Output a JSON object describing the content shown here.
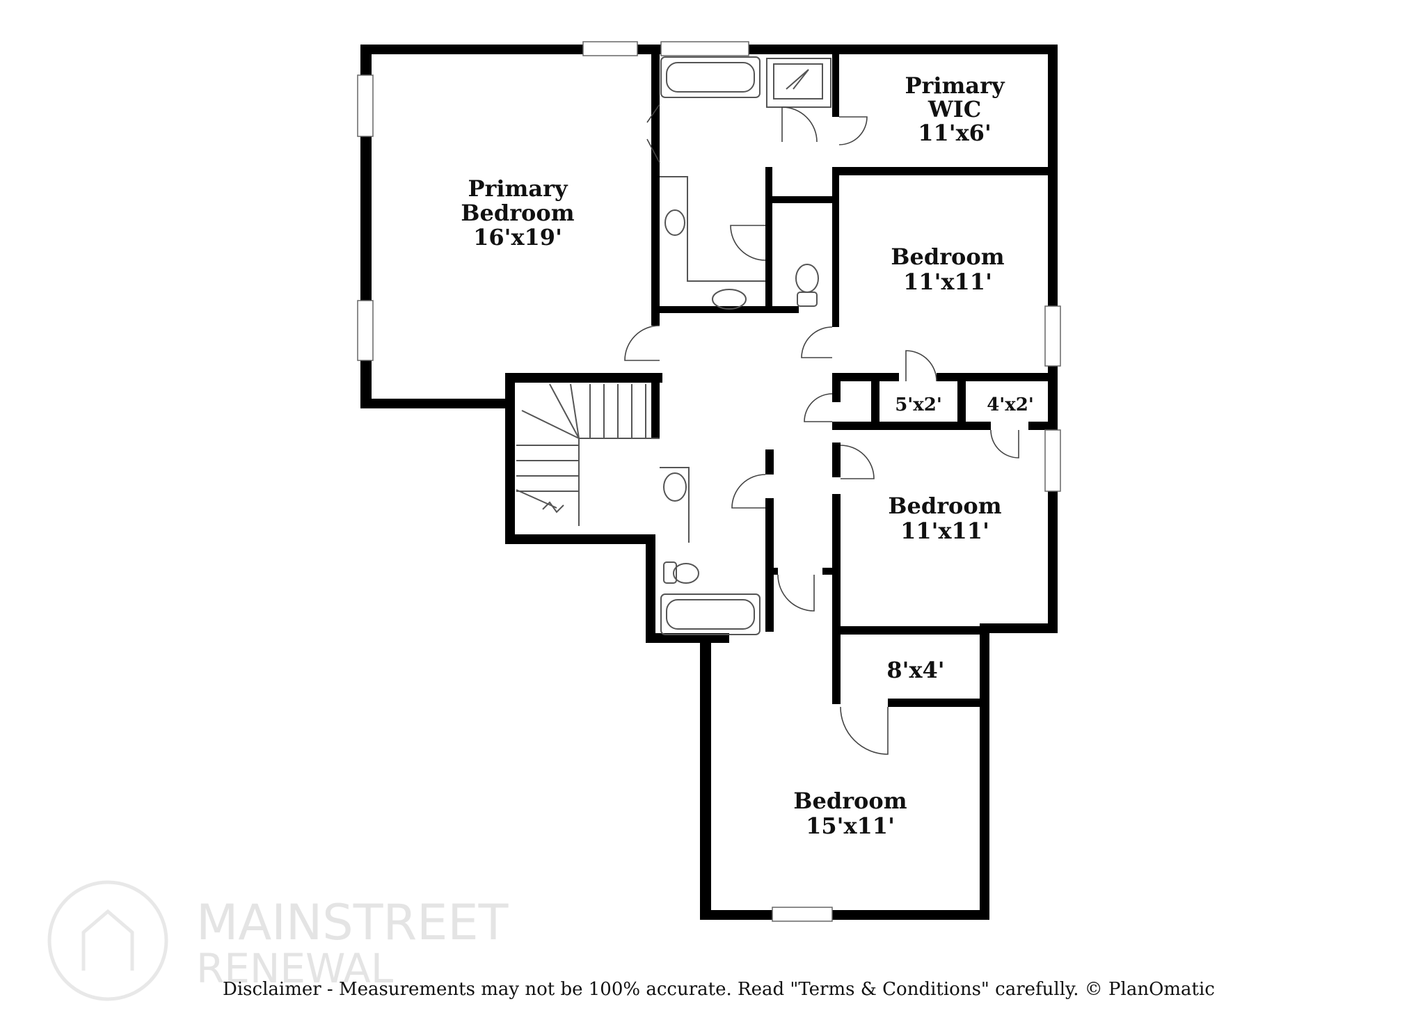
{
  "rooms": {
    "primary_bedroom": {
      "line1": "Primary",
      "line2": "Bedroom",
      "size": "16'x19'"
    },
    "primary_wic": {
      "line1": "Primary",
      "line2": "WIC",
      "size": "11'x6'"
    },
    "bedroom_2": {
      "name": "Bedroom",
      "size": "11'x11'"
    },
    "bedroom_3": {
      "name": "Bedroom",
      "size": "11'x11'"
    },
    "bedroom_4": {
      "name": "Bedroom",
      "size": "15'x11'"
    },
    "closet_a": {
      "size": "5'x2'"
    },
    "closet_b": {
      "size": "4'x2'"
    },
    "closet_c": {
      "size": "8'x4'"
    }
  },
  "watermark": {
    "line1": "MAINSTREET",
    "line2": "RENEWAL"
  },
  "disclaimer": "Disclaimer - Measurements may not be 100% accurate. Read \"Terms & Conditions\" carefully. © PlanOmatic"
}
